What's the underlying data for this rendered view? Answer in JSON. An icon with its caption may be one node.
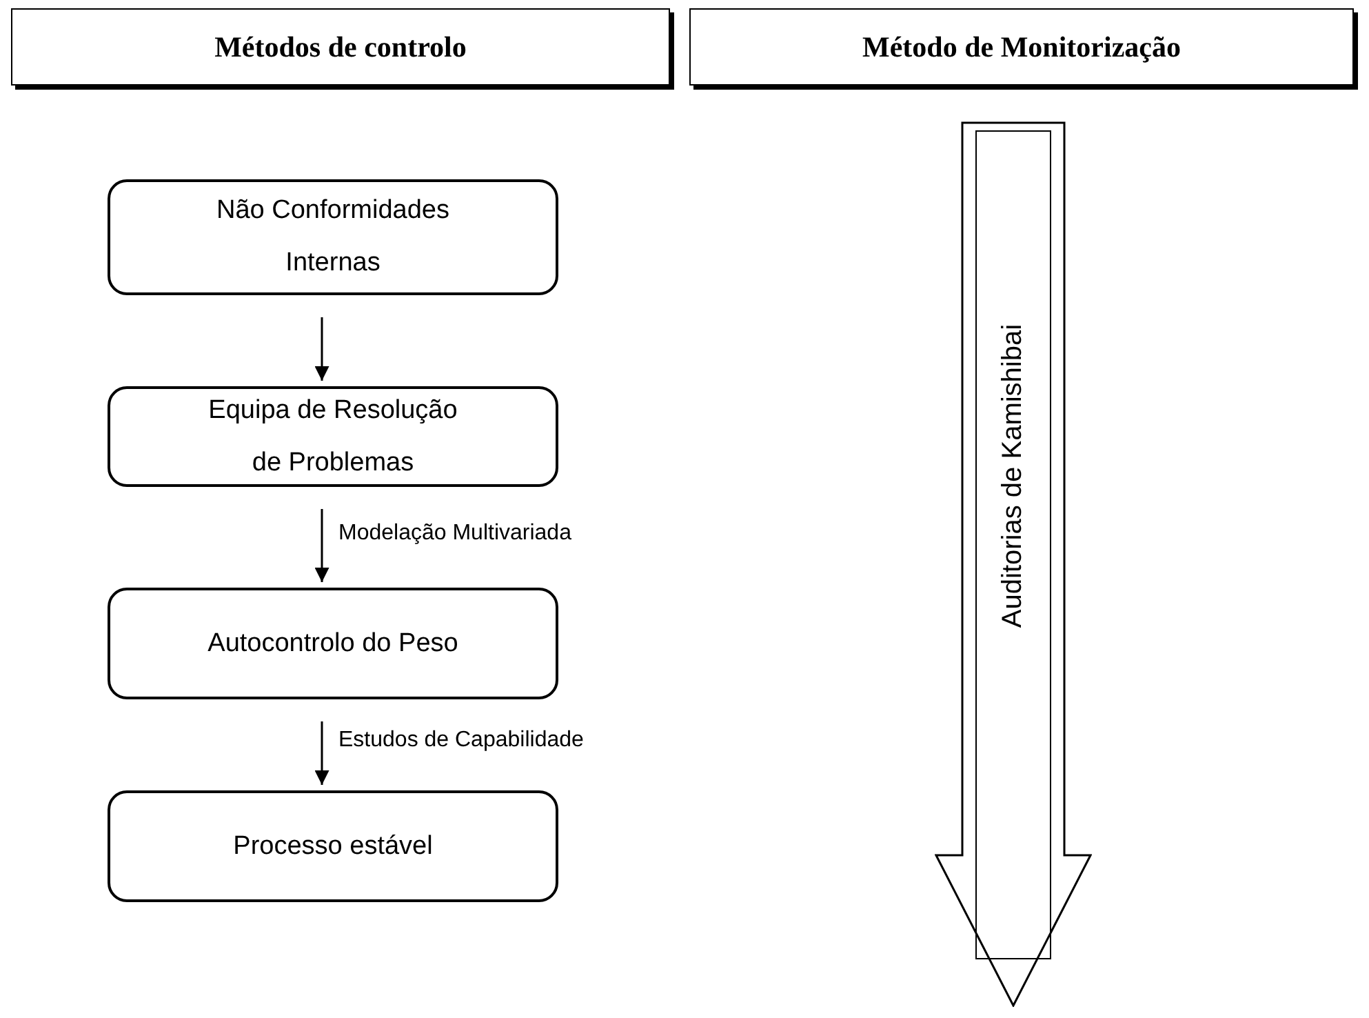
{
  "diagram": {
    "nodes": [
      {
        "text": [
          "Métodos de controlo"
        ]
      },
      {
        "text": [
          "Método de Monitorização"
        ]
      },
      {
        "text": [
          "Não Conformidades Internas"
        ]
      },
      {
        "text": [
          "Equipa de Resolução de Problemas"
        ]
      },
      {
        "text": [
          "Autocontrolo do Peso"
        ]
      },
      {
        "text": [
          "Processo estável"
        ]
      },
      {
        "text": [
          "Auditorias de Kamishibai"
        ]
      }
    ],
    "edges": [
      {
        "from": 2,
        "to": 3,
        "arrow": "to"
      },
      {
        "from": 3,
        "to": 4,
        "arrow": "to",
        "label": "Modelação Multivariada"
      },
      {
        "from": 4,
        "to": 5,
        "arrow": "to",
        "label": "Estudos de Capabilidade"
      }
    ]
  }
}
